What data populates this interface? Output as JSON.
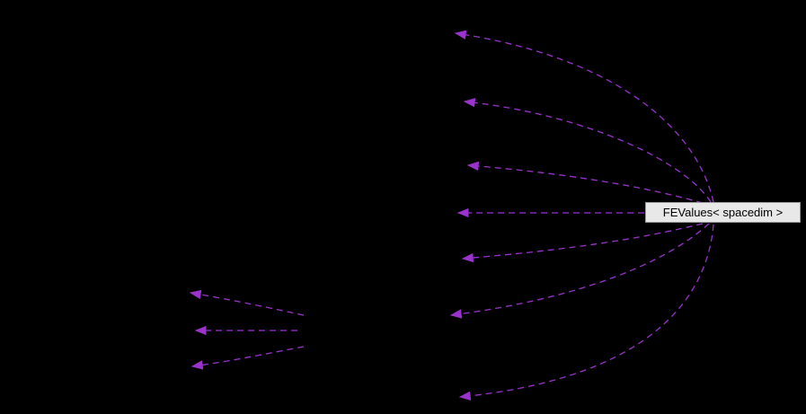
{
  "diagram": {
    "type": "collaboration-graph",
    "background_color": "#000000",
    "edge_color": "#9a32cd",
    "edge_style": "dashed",
    "node": {
      "label": "FEValues< spacedim >",
      "fill_color": "#e8e8e8",
      "text_color": "#000000"
    },
    "fan_edges_count": 7,
    "left_cluster_edges_count": 3
  }
}
